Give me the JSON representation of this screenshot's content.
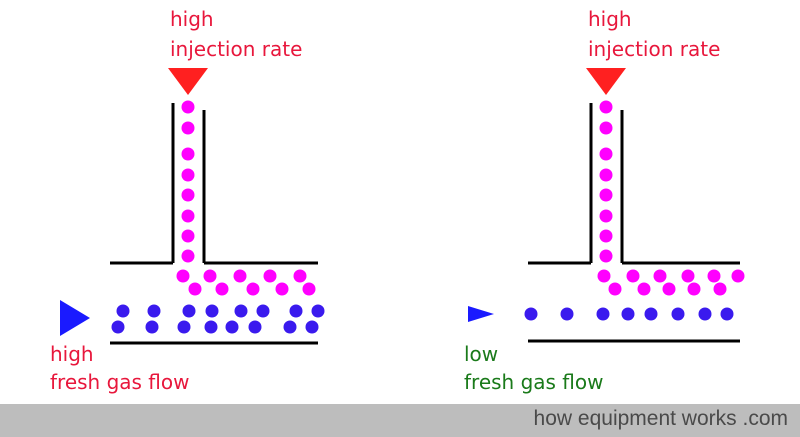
{
  "left_panel": {
    "injection_label": [
      "high",
      "injection rate"
    ],
    "flow_label": [
      "high",
      "fresh gas flow"
    ]
  },
  "right_panel": {
    "injection_label": [
      "high",
      "injection rate"
    ],
    "flow_label": [
      "low",
      "fresh gas flow"
    ]
  },
  "footer": {
    "text": "how equipment works .com"
  },
  "colors": {
    "injection_label": "#e8173c",
    "high_flow_label": "#e8173c",
    "low_flow_label": "#1a7a1a",
    "injection_arrow": "#ff2020",
    "flow_arrow": "#1a1aff",
    "agent_dot": "#ff00ff",
    "gas_dot": "#3a1aee",
    "footer_bg": "#bdbdbd"
  }
}
